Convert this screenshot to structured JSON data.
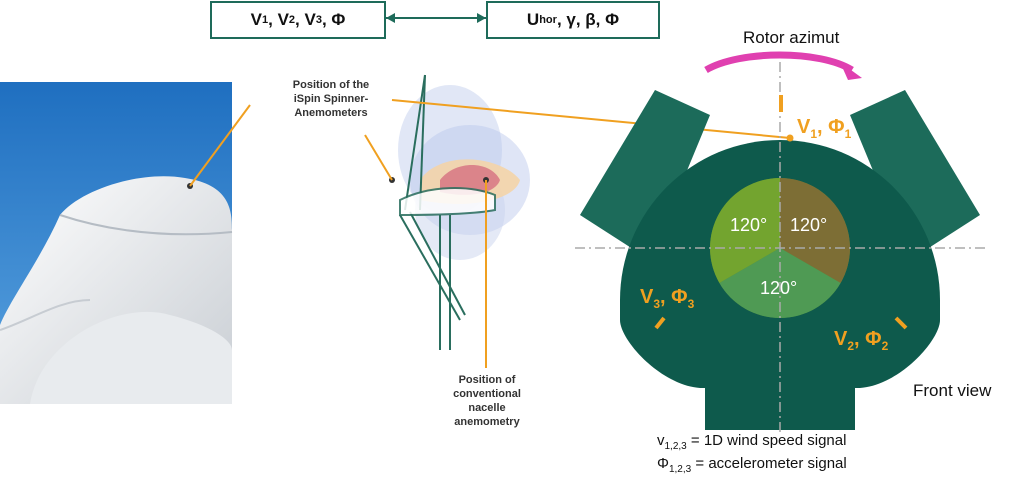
{
  "boxes": {
    "left": {
      "main": "V",
      "s1": "1",
      "s2": "2",
      "s3": "3",
      "tail": ", Φ"
    },
    "right": {
      "main": "U",
      "sub": "hor",
      "tail": ", γ, β, Φ"
    }
  },
  "labels": {
    "ispin": [
      "Position of the",
      "iSpin Spinner-",
      "Anemometers"
    ],
    "conventional": [
      "Position of",
      "conventional",
      "nacelle",
      "anemometry"
    ]
  },
  "front": {
    "rotor_label": "Rotor azimut",
    "view_label": "Front view",
    "angles": [
      "120°",
      "120°",
      "120°"
    ],
    "sensor1": {
      "v": "V",
      "sub_v": "1",
      "phi": "Φ",
      "sub_phi": "1"
    },
    "sensor2": {
      "v": "V",
      "sub_v": "2",
      "phi": "Φ",
      "sub_phi": "2"
    },
    "sensor3": {
      "v": "V",
      "sub_v": "3",
      "phi": "Φ",
      "sub_phi": "3"
    }
  },
  "legend": {
    "line1_sym": "v",
    "line1_sub": "1,2,3",
    "line1_text": " = 1D wind speed signal",
    "line2_sym": "Φ",
    "line2_sub": "1,2,3",
    "line2_text": " = accelerometer signal"
  },
  "colors": {
    "teal": "#0e5a4c",
    "orange": "#f0a020",
    "magenta": "#e040b0",
    "green": "#7aa630"
  }
}
